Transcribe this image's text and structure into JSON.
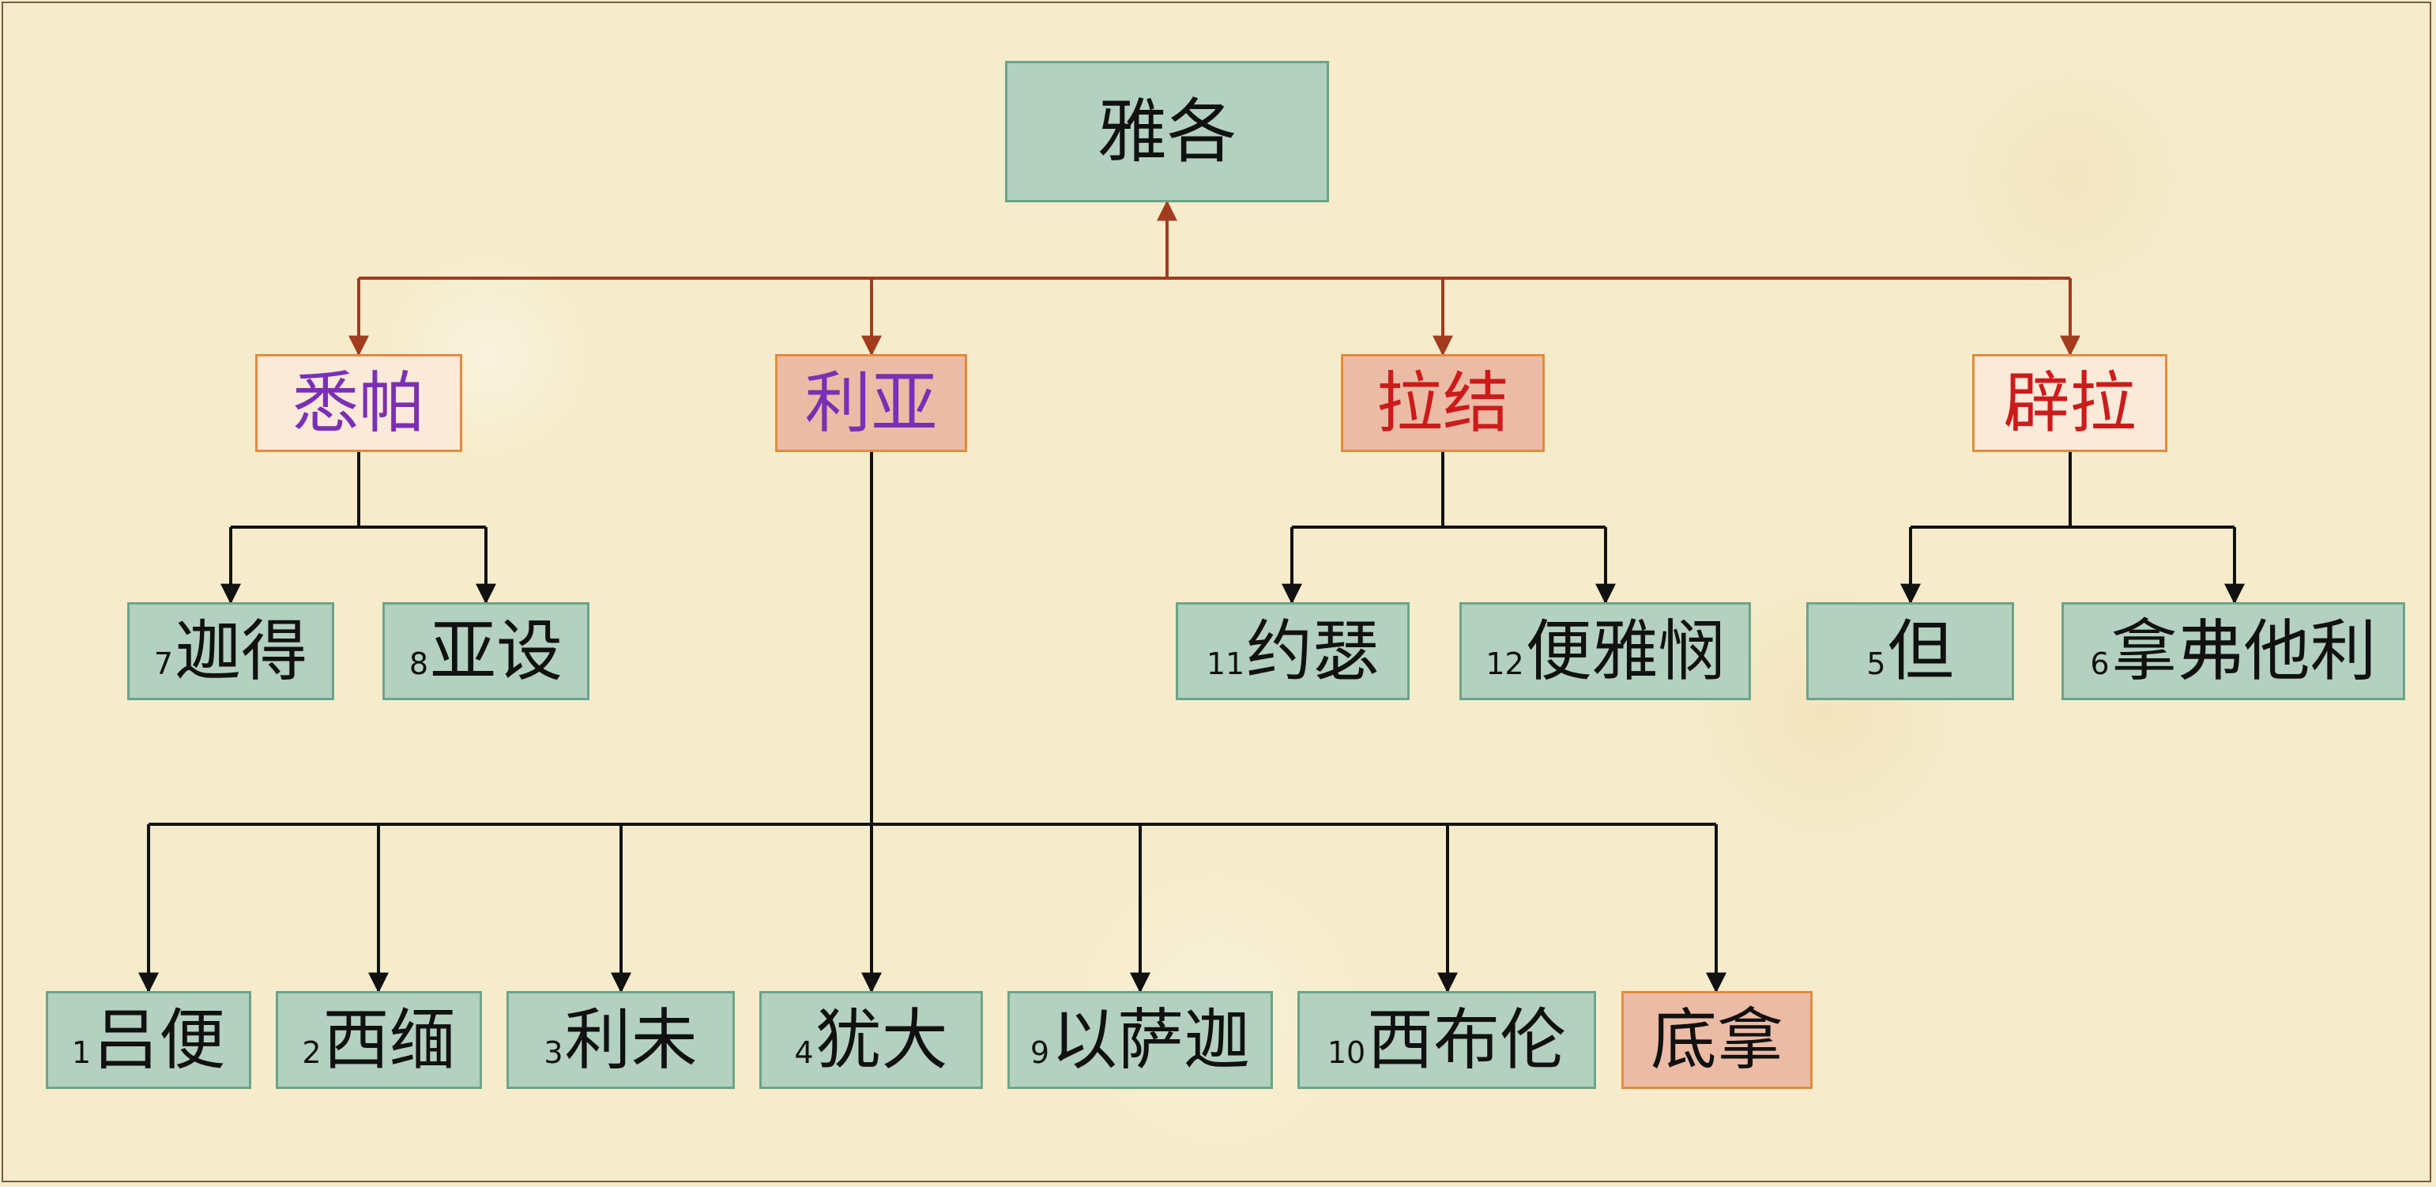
{
  "colors": {
    "background": "#f6eccb",
    "node_green": "#b3d0c0",
    "node_green_border": "#6aa58a",
    "node_peach": "#fbe9d9",
    "node_salmon": "#ecbba5",
    "node_orange_border": "#e48a3c",
    "connector_red": "#a33b1f",
    "connector_black": "#111111",
    "text_purple": "#7b2fb5",
    "text_red": "#cc1b1b",
    "text_black": "#111111"
  },
  "nodes": {
    "root": {
      "label": "雅各"
    },
    "xipa": {
      "label": "悉帕"
    },
    "liya": {
      "label": "利亚"
    },
    "lajie": {
      "label": "拉结"
    },
    "bila": {
      "label": "辟拉"
    },
    "jiade": {
      "num": "7",
      "label": "迦得"
    },
    "yashe": {
      "num": "8",
      "label": "亚设"
    },
    "yuese": {
      "num": "11",
      "label": "约瑟"
    },
    "bianyamin": {
      "num": "12",
      "label": "便雅悯"
    },
    "dan": {
      "num": "5",
      "label": "但"
    },
    "nafutali": {
      "num": "6",
      "label": "拿弗他利"
    },
    "lubian": {
      "num": "1",
      "label": "吕便"
    },
    "ximian": {
      "num": "2",
      "label": "西缅"
    },
    "liwei": {
      "num": "3",
      "label": "利未"
    },
    "youda": {
      "num": "4",
      "label": "犹大"
    },
    "yisajia": {
      "num": "9",
      "label": "以萨迦"
    },
    "xibulun": {
      "num": "10",
      "label": "西布伦"
    },
    "dina": {
      "label": "底拿"
    }
  }
}
